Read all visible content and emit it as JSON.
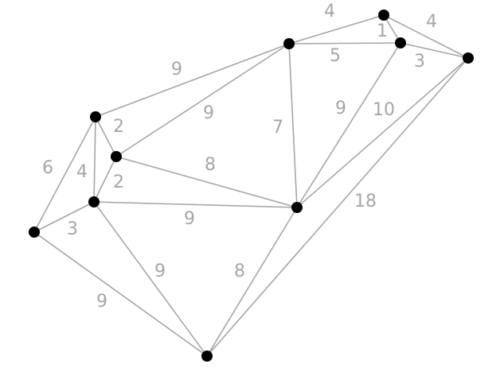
{
  "colors": {
    "edge": "#a6a6a6",
    "node": "#000000",
    "label": "#a6a6a6",
    "background": "#ffffff"
  },
  "edges": [
    {
      "id": "n1-n2",
      "weight": "4"
    },
    {
      "id": "n1-n3",
      "weight": "1"
    },
    {
      "id": "n1-n4",
      "weight": "4"
    },
    {
      "id": "n2-n3",
      "weight": "5"
    },
    {
      "id": "n3-n4",
      "weight": "3"
    },
    {
      "id": "n2-n5",
      "weight": "9"
    },
    {
      "id": "n2-n6",
      "weight": "9"
    },
    {
      "id": "n2-n9",
      "weight": "7"
    },
    {
      "id": "n3-n9",
      "weight": "9"
    },
    {
      "id": "n4-n9",
      "weight": "10"
    },
    {
      "id": "n4-n10",
      "weight": "18"
    },
    {
      "id": "n5-n6",
      "weight": "2"
    },
    {
      "id": "n5-n7",
      "weight": "4"
    },
    {
      "id": "n5-n8",
      "weight": "6"
    },
    {
      "id": "n6-n7",
      "weight": "2"
    },
    {
      "id": "n6-n9",
      "weight": "8"
    },
    {
      "id": "n7-n8",
      "weight": "3"
    },
    {
      "id": "n7-n9",
      "weight": "9"
    },
    {
      "id": "n7-n10",
      "weight": "9"
    },
    {
      "id": "n8-n10",
      "weight": "9"
    },
    {
      "id": "n9-n10",
      "weight": "8"
    }
  ]
}
